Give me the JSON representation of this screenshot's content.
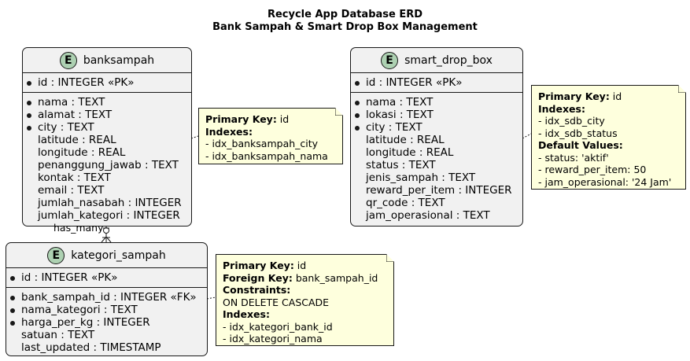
{
  "title_line1": "Recycle App Database ERD",
  "title_line2": "Bank Sampah & Smart Drop Box Management",
  "entities": {
    "banksampah": {
      "name": "banksampah",
      "icon": "E",
      "pk": "id : INTEGER «PK»",
      "fields": [
        {
          "text": "nama : TEXT",
          "required": true
        },
        {
          "text": "alamat : TEXT",
          "required": true
        },
        {
          "text": "city : TEXT",
          "required": true
        },
        {
          "text": "latitude : REAL",
          "required": false
        },
        {
          "text": "longitude : REAL",
          "required": false
        },
        {
          "text": "penanggung_jawab : TEXT",
          "required": false
        },
        {
          "text": "kontak : TEXT",
          "required": false
        },
        {
          "text": "email : TEXT",
          "required": false
        },
        {
          "text": "jumlah_nasabah : INTEGER",
          "required": false
        },
        {
          "text": "jumlah_kategori : INTEGER",
          "required": false
        }
      ]
    },
    "smart_drop_box": {
      "name": "smart_drop_box",
      "icon": "E",
      "pk": "id : INTEGER «PK»",
      "fields": [
        {
          "text": "nama : TEXT",
          "required": true
        },
        {
          "text": "lokasi : TEXT",
          "required": true
        },
        {
          "text": "city : TEXT",
          "required": true
        },
        {
          "text": "latitude : REAL",
          "required": false
        },
        {
          "text": "longitude : REAL",
          "required": false
        },
        {
          "text": "status : TEXT",
          "required": false
        },
        {
          "text": "jenis_sampah : TEXT",
          "required": false
        },
        {
          "text": "reward_per_item : INTEGER",
          "required": false
        },
        {
          "text": "qr_code : TEXT",
          "required": false
        },
        {
          "text": "jam_operasional : TEXT",
          "required": false
        }
      ]
    },
    "kategori_sampah": {
      "name": "kategori_sampah",
      "icon": "E",
      "pk": "id : INTEGER «PK»",
      "fields": [
        {
          "text": "bank_sampah_id : INTEGER «FK»",
          "required": true
        },
        {
          "text": "nama_kategori : TEXT",
          "required": true
        },
        {
          "text": "harga_per_kg : INTEGER",
          "required": true
        },
        {
          "text": "satuan : TEXT",
          "required": false
        },
        {
          "text": "last_updated : TIMESTAMP",
          "required": false
        }
      ]
    }
  },
  "notes": {
    "banksampah": {
      "pk_label": "Primary Key:",
      "pk_value": " id",
      "idx_label": "Indexes:",
      "idx": [
        "- idx_banksampah_city",
        "- idx_banksampah_nama"
      ]
    },
    "smart_drop_box": {
      "pk_label": "Primary Key:",
      "pk_value": " id",
      "idx_label": "Indexes:",
      "idx": [
        "- idx_sdb_city",
        "- idx_sdb_status"
      ],
      "def_label": "Default Values:",
      "defaults": [
        "- status: 'aktif'",
        "- reward_per_item: 50",
        "- jam_operasional: '24 Jam'"
      ]
    },
    "kategori_sampah": {
      "pk_label": "Primary Key:",
      "pk_value": " id",
      "fk_label": "Foreign Key:",
      "fk_value": " bank_sampah_id",
      "con_label": "Constraints:",
      "constraint": "ON DELETE CASCADE",
      "idx_label": "Indexes:",
      "idx": [
        "- idx_kategori_bank_id",
        "- idx_kategori_nama"
      ]
    }
  },
  "relationship": {
    "label": "has_many"
  }
}
